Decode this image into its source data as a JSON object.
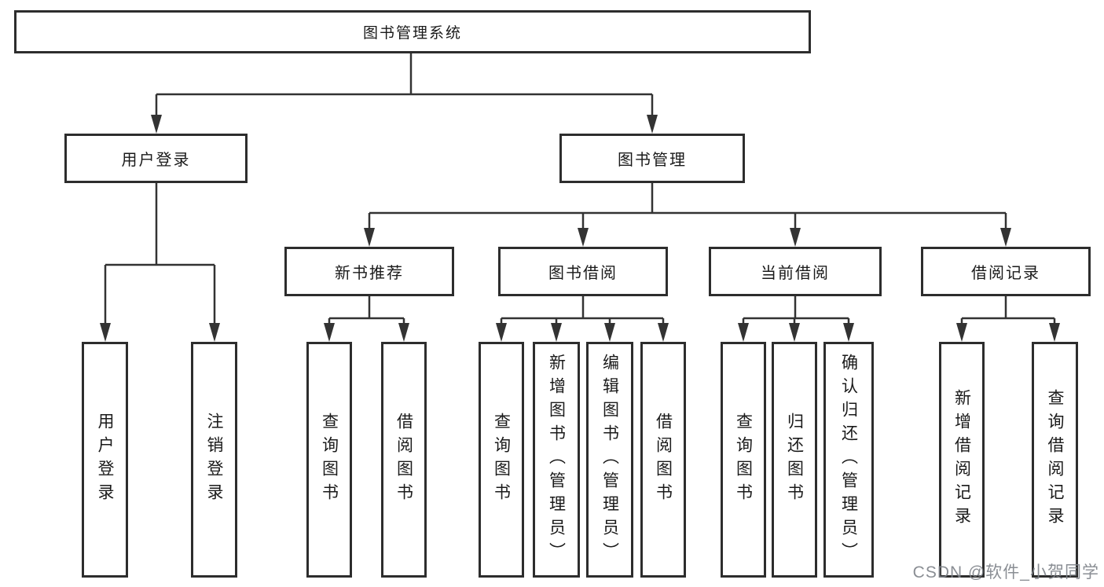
{
  "diagram": {
    "nodes": {
      "root": {
        "label": "图书管理系统"
      },
      "level2": [
        {
          "label": "用户登录"
        },
        {
          "label": "图书管理"
        }
      ],
      "level3": [
        {
          "label": "新书推荐",
          "parent": "图书管理"
        },
        {
          "label": "图书借阅",
          "parent": "图书管理"
        },
        {
          "label": "当前借阅",
          "parent": "图书管理"
        },
        {
          "label": "借阅记录",
          "parent": "图书管理"
        }
      ],
      "leaves": [
        {
          "label": "用户登录",
          "parent": "用户登录"
        },
        {
          "label": "注销登录",
          "parent": "用户登录"
        },
        {
          "label": "查询图书",
          "parent": "新书推荐"
        },
        {
          "label": "借阅图书",
          "parent": "新书推荐"
        },
        {
          "label": "查询图书",
          "parent": "图书借阅"
        },
        {
          "label": "新增图书（管理员）",
          "parent": "图书借阅"
        },
        {
          "label": "编辑图书（管理员）",
          "parent": "图书借阅"
        },
        {
          "label": "借阅图书",
          "parent": "图书借阅"
        },
        {
          "label": "查询图书",
          "parent": "当前借阅"
        },
        {
          "label": "归还图书",
          "parent": "当前借阅"
        },
        {
          "label": "确认归还（管理员）",
          "parent": "当前借阅"
        },
        {
          "label": "新增借阅记录",
          "parent": "借阅记录"
        },
        {
          "label": "查询借阅记录",
          "parent": "借阅记录"
        }
      ]
    },
    "colors": {
      "line": "#333333",
      "box_border": "#2d2d2d",
      "text": "#1a1a1a",
      "background": "#ffffff",
      "watermark": "#7d8288"
    }
  },
  "watermark": {
    "text": "CSDN @软件_小贺同学"
  }
}
